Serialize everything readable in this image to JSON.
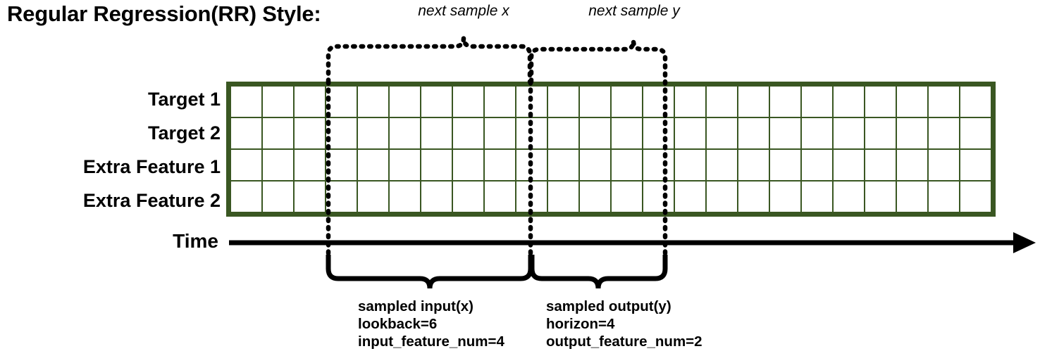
{
  "title": "Regular Regression(RR) Style:",
  "rows": [
    {
      "label": "Target 1",
      "color": "#70ab4a",
      "faded_color": "#c5e0b4"
    },
    {
      "label": "Target 2",
      "color": "#febd00",
      "faded_color": "#fee599"
    },
    {
      "label": "Extra Feature 1",
      "color": "#2f76b8",
      "faded_color": null
    },
    {
      "label": "Extra Feature 2",
      "color": "#c4530f",
      "faded_color": null
    }
  ],
  "grid": {
    "total_columns": 24,
    "leading_empty_columns": 3,
    "input_start_column": 4,
    "input_columns": 6,
    "output_start_column": 10,
    "output_columns": 4,
    "trailing_empty_columns": 11,
    "border_color": "#3a5722"
  },
  "top_braces": [
    {
      "label": "next sample x"
    },
    {
      "label": "next sample y"
    }
  ],
  "axis": {
    "label": "Time"
  },
  "bottom_braces": [
    {
      "line1": "sampled input(x)",
      "line2": "lookback=6",
      "line3": "input_feature_num=4"
    },
    {
      "line1": "sampled output(y)",
      "line2": "horizon=4",
      "line3": "output_feature_num=2"
    }
  ]
}
